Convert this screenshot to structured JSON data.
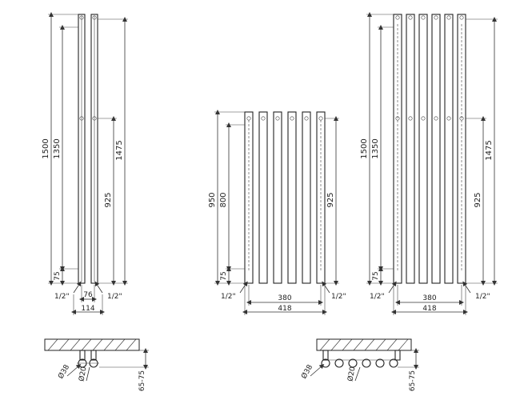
{
  "diagrams": {
    "left": {
      "height_total": "1500",
      "height_centers": "1350",
      "height_connection": "1475",
      "height_valve": "925",
      "bottom_offset": "75",
      "connection_left": "1/2\"",
      "connection_right": "1/2\"",
      "width_centers": "76",
      "width_total": "114"
    },
    "middle": {
      "height_total": "950",
      "height_centers": "800",
      "height_connection": "925",
      "bottom_offset": "75",
      "connection_left": "1/2\"",
      "connection_right": "1/2\"",
      "width_centers": "380",
      "width_total": "418"
    },
    "right": {
      "height_total": "1500",
      "height_centers": "1350",
      "height_connection": "1475",
      "height_valve": "925",
      "bottom_offset": "75",
      "connection_left": "1/2\"",
      "connection_right": "1/2\"",
      "width_centers": "380",
      "width_total": "418"
    }
  },
  "sections": {
    "left": {
      "diameter": "Ø38",
      "pipe": "Ø20",
      "wall_gap": "65-75"
    },
    "right": {
      "diameter": "Ø38",
      "pipe": "Ø20",
      "wall_gap": "65-75"
    }
  }
}
